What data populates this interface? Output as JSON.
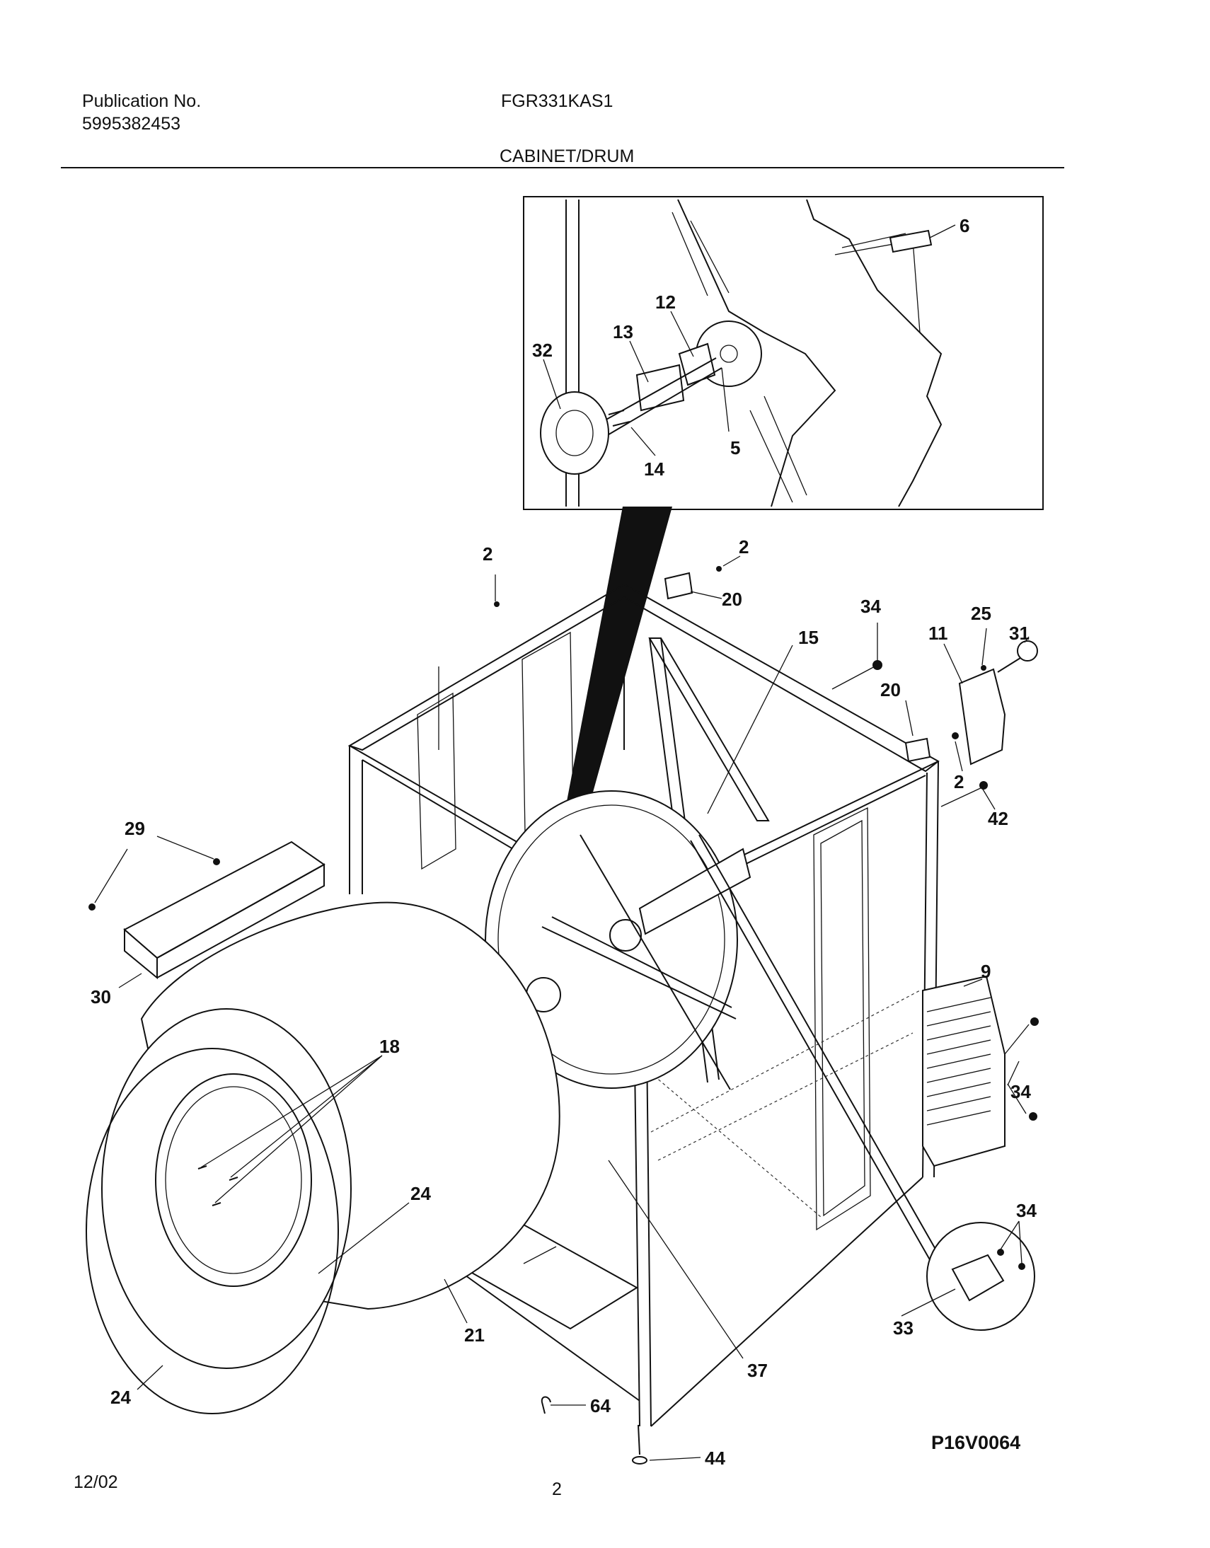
{
  "header": {
    "publication_label": "Publication No.",
    "publication_number": "5995382453",
    "model": "FGR331KAS1",
    "section_title": "CABINET/DRUM"
  },
  "footer": {
    "date": "12/02",
    "page": "2",
    "diagram_code": "P16V0064"
  },
  "callouts": {
    "inset": [
      "6",
      "12",
      "13",
      "32",
      "5",
      "14"
    ],
    "main": [
      "2",
      "2",
      "20",
      "34",
      "25",
      "31",
      "11",
      "15",
      "20",
      "2",
      "42",
      "29",
      "30",
      "9",
      "18",
      "34",
      "24",
      "34",
      "21",
      "33",
      "37",
      "24",
      "64",
      "44"
    ]
  }
}
